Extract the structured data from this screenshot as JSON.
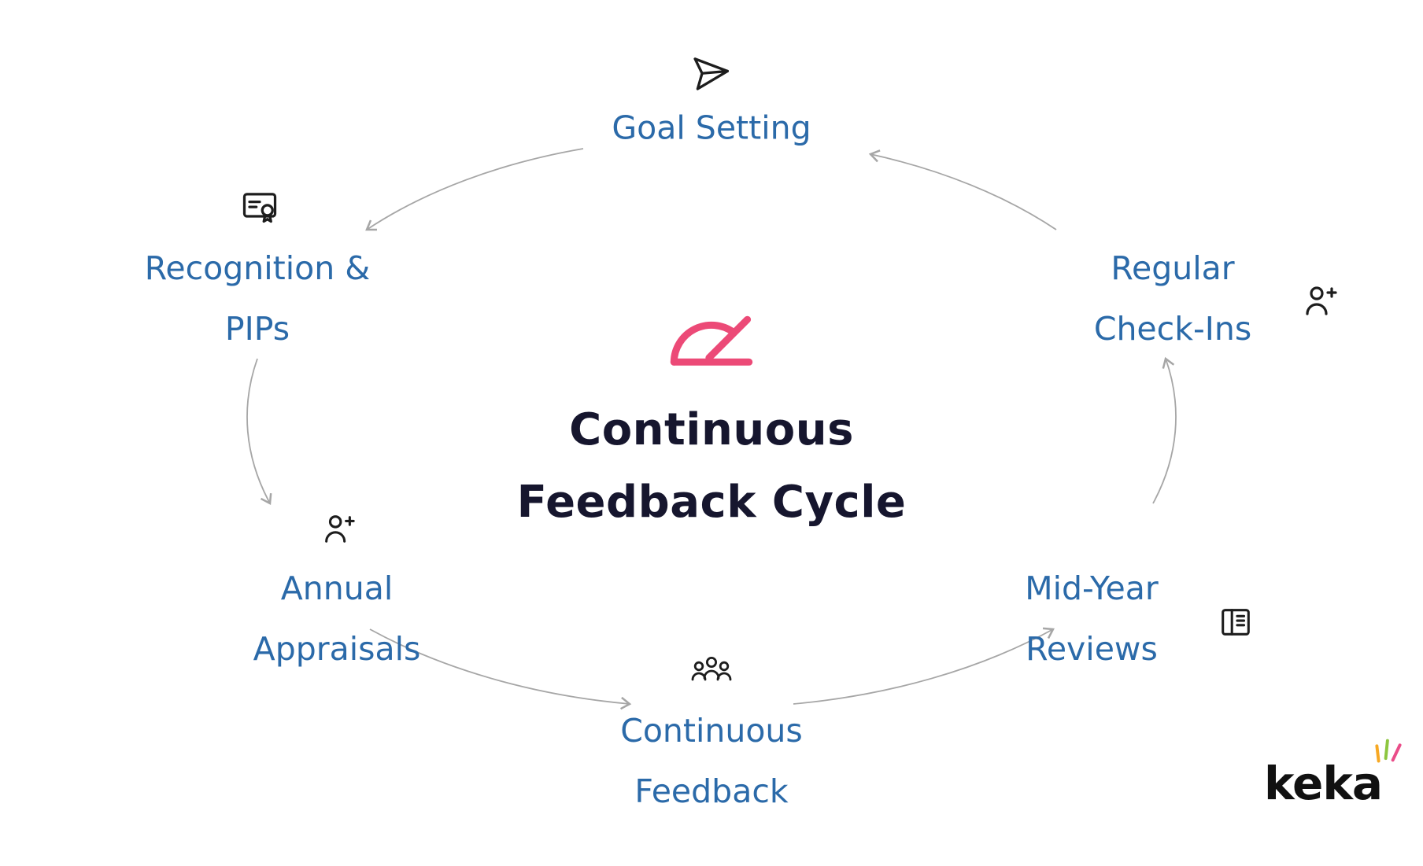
{
  "diagram": {
    "center": {
      "icon": "gauge-icon",
      "title_line1": "Continuous",
      "title_line2": "Feedback Cycle"
    },
    "nodes": {
      "goal_setting": {
        "line1": "Goal Setting",
        "line2": "",
        "icon": "send-icon"
      },
      "regular_check_ins": {
        "line1": "Regular",
        "line2": "Check-Ins",
        "icon": "user-plus-icon"
      },
      "mid_year_reviews": {
        "line1": "Mid-Year",
        "line2": "Reviews",
        "icon": "notebook-icon"
      },
      "continuous_feedback": {
        "line1": "Continuous",
        "line2": "Feedback",
        "icon": "users-icon"
      },
      "annual_appraisals": {
        "line1": "Annual",
        "line2": "Appraisals",
        "icon": "user-plus-icon"
      },
      "recognition_pips": {
        "line1": "Recognition &",
        "line2": "PIPs",
        "icon": "certificate-icon"
      }
    },
    "flow_direction": "counterclockwise",
    "colors": {
      "label_blue": "#2b6aa9",
      "title_dark": "#16162e",
      "accent_pink": "#ec4a77",
      "arrow_gray": "#a6a6a6",
      "icon_black": "#1d1d1d",
      "logo_black": "#111111",
      "spark_orange": "#f7a823",
      "spark_green": "#8dc63f",
      "spark_pink": "#ea4d89"
    },
    "logo": {
      "text": "keka"
    }
  }
}
